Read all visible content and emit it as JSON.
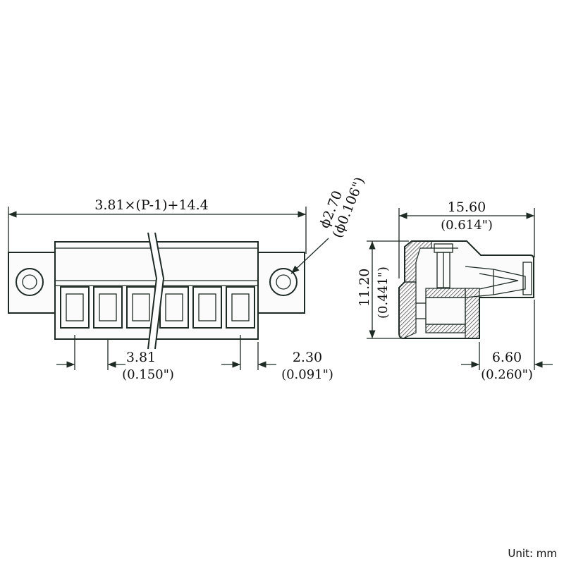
{
  "front_view": {
    "overall_length": "3.81×(P-1)+14.4",
    "hole_diameter_mm": "ϕ2.70",
    "hole_diameter_in": "(ϕ0.106\")",
    "pitch_mm": "3.81",
    "pitch_in": "(0.150\")",
    "edge_offset_mm": "2.30",
    "edge_offset_in": "(0.091\")"
  },
  "side_view": {
    "width_mm": "15.60",
    "width_in": "(0.614\")",
    "height_mm": "11.20",
    "height_in": "(0.441\")",
    "depth_mm": "6.60",
    "depth_in": "(0.260\")"
  },
  "unit_label": "Unit: mm",
  "colors": {
    "line": "#1e2a24",
    "hatch": "#3a3a3a"
  }
}
